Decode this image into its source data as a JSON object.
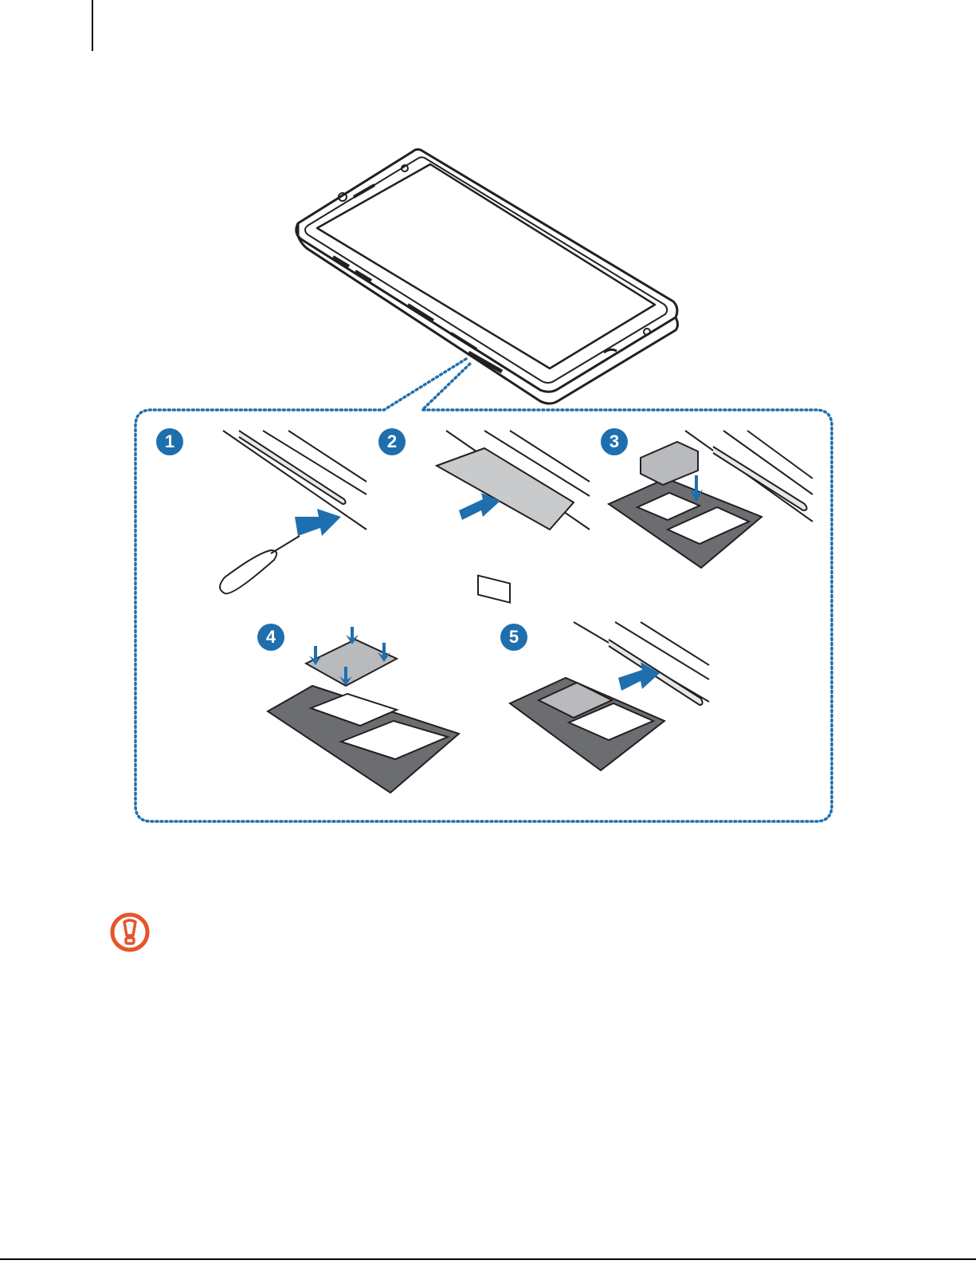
{
  "colors": {
    "step_badge": "#1f6fae",
    "arrow": "#1f6fae",
    "callout_border": "#1f6fae",
    "warning": "#e8542a",
    "line": "#231f20",
    "tray": "#5d5f63",
    "sim": "#b8babd"
  },
  "figure": {
    "steps": [
      "1",
      "2",
      "3",
      "4",
      "5"
    ]
  },
  "warning": {
    "icon": "exclamation-caution-icon"
  }
}
